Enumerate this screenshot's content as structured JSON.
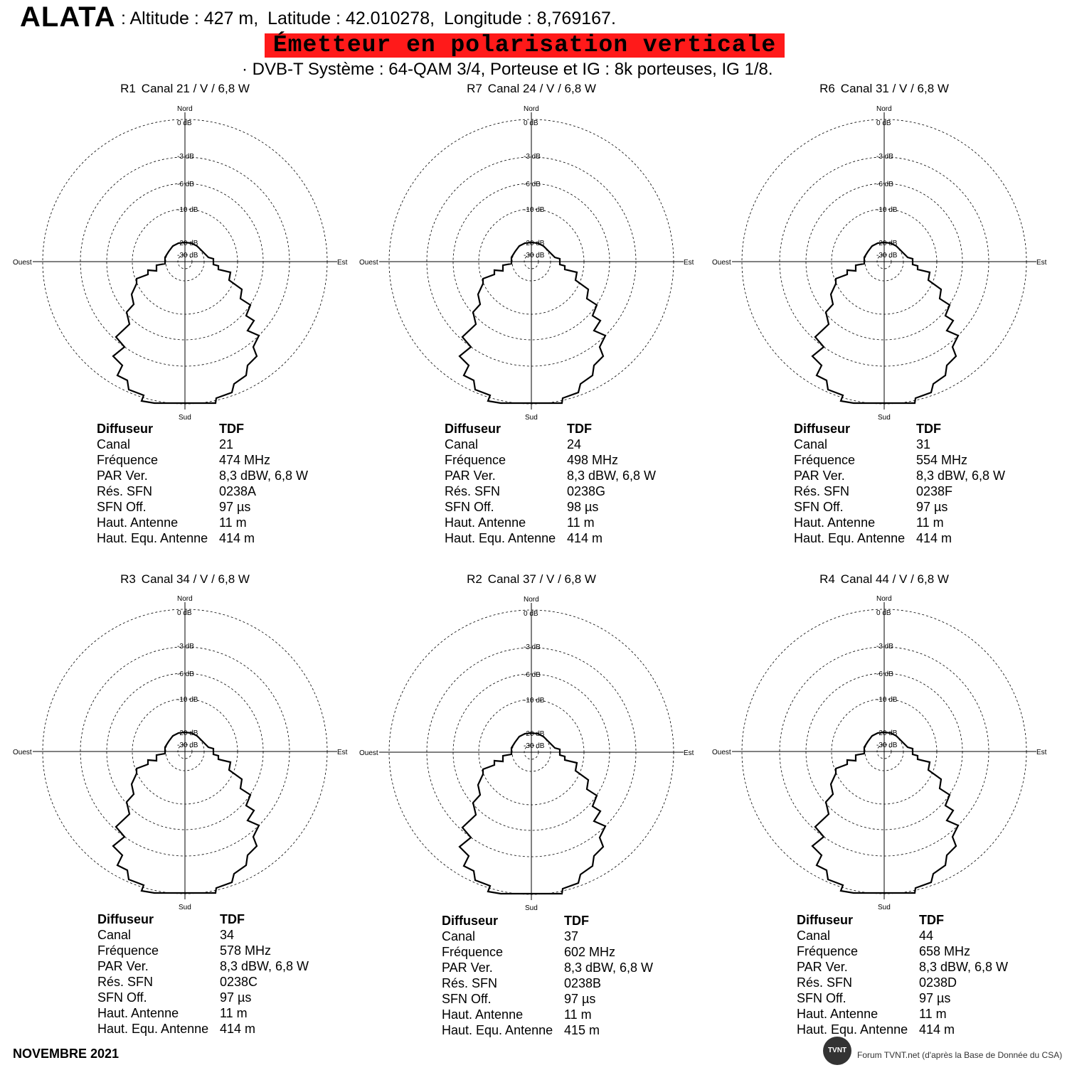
{
  "header": {
    "site": "ALATA",
    "altitude": ": Altitude : 427 m,",
    "latitude": "Latitude : 42.010278,",
    "longitude": "Longitude : 8,769167."
  },
  "banner": "Émetteur en polarisation verticale",
  "system_line": "· DVB-T  Système : 64-QAM 3/4,  Porteuse et IG : 8k porteuses, IG 1/8.",
  "diagram_labels": {
    "north": "Nord",
    "south": "Sud",
    "east": "Est",
    "west": "Ouest",
    "rings": [
      "0 dB",
      "-3 dB",
      "-6 dB",
      "-10 dB",
      "-20 dB",
      "-30 dB"
    ]
  },
  "info_labels": [
    "Diffuseur",
    "Canal",
    "Fréquence",
    "PAR Ver.",
    "Rés. SFN",
    "SFN Off.",
    "Haut. Antenne",
    "Haut. Equ. Antenne"
  ],
  "panels": [
    {
      "id": "R1",
      "title_channel": "Canal  21 / V / 6,8 W",
      "diffuseur": "TDF",
      "canal": "21",
      "frequence": "474 MHz",
      "par": "8,3 dBW, 6,8 W",
      "sfn": "0238A",
      "sfn_off": "97 µs",
      "haut": "11 m",
      "haut_equ": "414 m"
    },
    {
      "id": "R7",
      "title_channel": "Canal 24 / V / 6,8 W",
      "diffuseur": "TDF",
      "canal": "24",
      "frequence": "498 MHz",
      "par": "8,3 dBW, 6,8 W",
      "sfn": "0238G",
      "sfn_off": "98 µs",
      "haut": "11 m",
      "haut_equ": "414 m"
    },
    {
      "id": "R6",
      "title_channel": "Canal 31 / V / 6,8 W",
      "diffuseur": "TDF",
      "canal": "31",
      "frequence": "554 MHz",
      "par": "8,3 dBW, 6,8 W",
      "sfn": "0238F",
      "sfn_off": "97 µs",
      "haut": "11 m",
      "haut_equ": "414 m"
    },
    {
      "id": "R3",
      "title_channel": "Canal 34 / V / 6,8 W",
      "diffuseur": "TDF",
      "canal": "34",
      "frequence": "578 MHz",
      "par": "8,3 dBW, 6,8 W",
      "sfn": "0238C",
      "sfn_off": "97 µs",
      "haut": "11 m",
      "haut_equ": "414 m"
    },
    {
      "id": "R2",
      "title_channel": "Canal 37 / V / 6,8 W",
      "diffuseur": "TDF",
      "canal": "37",
      "frequence": "602 MHz",
      "par": "8,3 dBW, 6,8 W",
      "sfn": "0238B",
      "sfn_off": "97 µs",
      "haut": "11 m",
      "haut_equ": "415 m"
    },
    {
      "id": "R4",
      "title_channel": "Canal 44 / V / 6,8 W",
      "diffuseur": "TDF",
      "canal": "44",
      "frequence": "658 MHz",
      "par": "8,3 dBW, 6,8 W",
      "sfn": "0238D",
      "sfn_off": "97 µs",
      "haut": "11 m",
      "haut_equ": "414 m"
    }
  ],
  "footer": {
    "date": "NOVEMBRE 2021",
    "logo": "TVNT",
    "credit": "Forum TVNT.net (d'après la Base de Donnée du CSA)"
  }
}
